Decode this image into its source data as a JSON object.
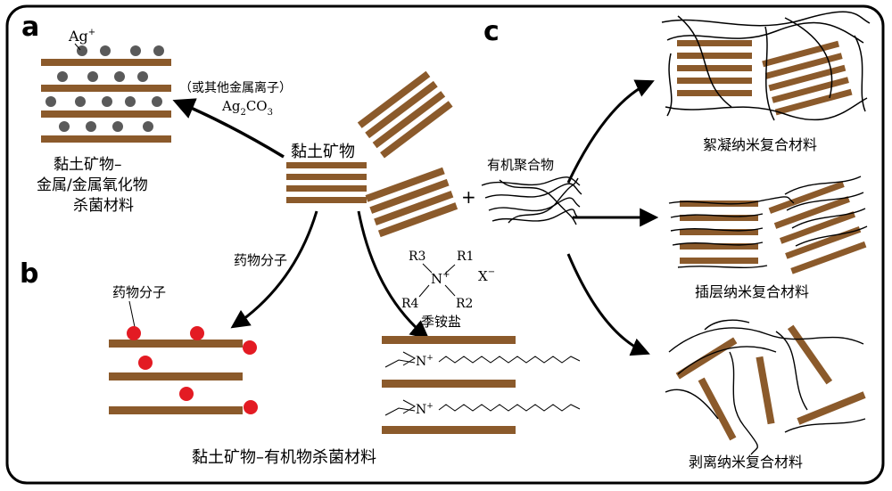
{
  "panels": {
    "a": "a",
    "b": "b",
    "c": "c"
  },
  "center": {
    "label": "黏土矿物"
  },
  "panel_a": {
    "ion_label": "Ag",
    "ion_sup": "+",
    "reagent_line1": "（或其他金属离子）",
    "reagent_ag": "Ag",
    "reagent_sub2": "2",
    "reagent_co": "CO",
    "reagent_sub3": "3",
    "title_line1": "黏土矿物–",
    "title_line2": "金属/金属氧化物",
    "title_line3": "杀菌材料"
  },
  "panel_b": {
    "arrow_label": "药物分子",
    "drug_label": "药物分子",
    "quat": {
      "r1": "R1",
      "r2": "R2",
      "r3": "R3",
      "r4": "R4",
      "n": "N",
      "n_sup": "+",
      "x": "X",
      "x_sup": "−",
      "name": "季铵盐"
    },
    "intercalated_n": "N",
    "intercalated_sup": "+",
    "title": "黏土矿物–有机物杀菌材料"
  },
  "panel_c": {
    "plus": "+",
    "polymer_label": "有机聚合物",
    "flocculated": "絮凝纳米复合材料",
    "intercalated": "插层纳米复合材料",
    "exfoliated": "剥离纳米复合材料"
  },
  "colors": {
    "clay": "#8b5a2b",
    "ion": "#5a5a5a",
    "drug": "#e31b23",
    "frame": "#000000"
  }
}
